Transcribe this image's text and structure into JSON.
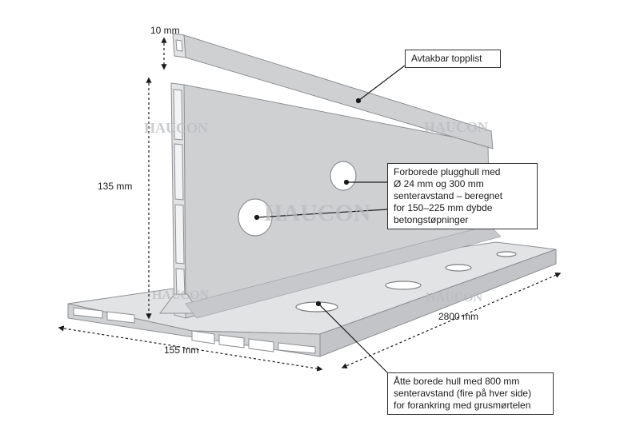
{
  "colors": {
    "profile_face": "#cfd0d2",
    "profile_light": "#e2e3e5",
    "profile_dark": "#b4b6b9",
    "outline": "#8d8f92",
    "dimension_line": "#1a1a1a",
    "watermark": "#b9bbbe"
  },
  "dimensions": {
    "top_height": "10 mm",
    "wall_height": "135 mm",
    "base_width": "155 mm",
    "length": "2800 mm"
  },
  "callouts": {
    "top_strip": "Avtakbar topplist",
    "plug_holes": {
      "lines": [
        "Forborede plugghull med",
        "Ø 24 mm og 300 mm",
        "senteravstand – beregnet",
        "for 150–225 mm dybde",
        "betongstøpninger"
      ]
    },
    "base_holes": {
      "lines": [
        "Åtte borede hull med 800 mm",
        "senteravstand (fire på hver side)",
        "for forankring med grusmørtelen"
      ]
    }
  },
  "watermarks": [
    "HAUCON",
    "HAUCON",
    "HAUCON",
    "HAUCON",
    "HAUCON"
  ]
}
